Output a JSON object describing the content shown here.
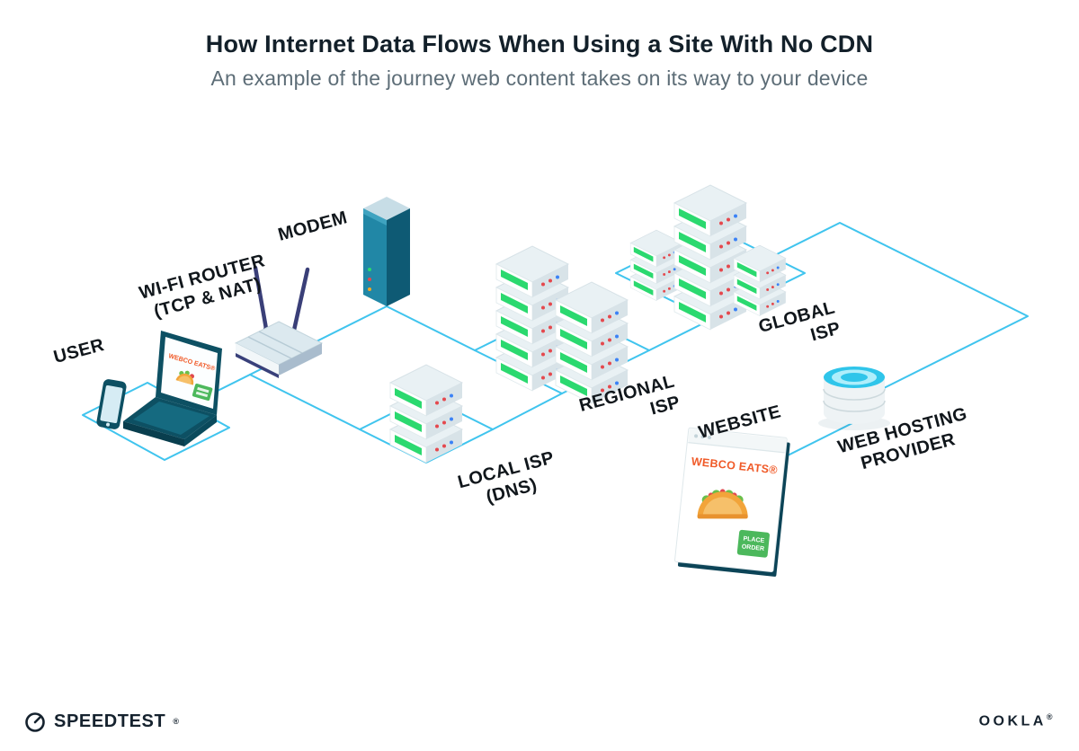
{
  "header": {
    "title": "How Internet Data Flows When Using a Site With No CDN",
    "subtitle": "An example of the journey web content takes on its way to your device"
  },
  "labels": {
    "user": "USER",
    "wifi_router": "WI-FI ROUTER\n(TCP & NAT)",
    "modem": "MODEM",
    "local_isp": "LOCAL ISP\n(DNS)",
    "regional_isp": "REGIONAL\nISP",
    "global_isp": "GLOBAL\nISP",
    "website": "WEBSITE",
    "web_hosting": "WEB HOSTING\nPROVIDER"
  },
  "website_window": {
    "site_name": "WEBCO EATS®",
    "button_line1": "PLACE",
    "button_line2": "ORDER"
  },
  "laptop_screen": {
    "site_name": "WEBCO EATS®"
  },
  "footer": {
    "speedtest": "SPEEDTEST",
    "speedtest_mark": "®",
    "ookla": "OOKLA",
    "ookla_mark": "®"
  },
  "colors": {
    "connection_line": "#3fc4ee",
    "device_teal": "#0d5063",
    "server_green": "#2bd96f",
    "accent_orange": "#f05a28",
    "button_green": "#4cb85c",
    "hosting_cyan": "#2fc5ea",
    "text_dark": "#13202a"
  }
}
